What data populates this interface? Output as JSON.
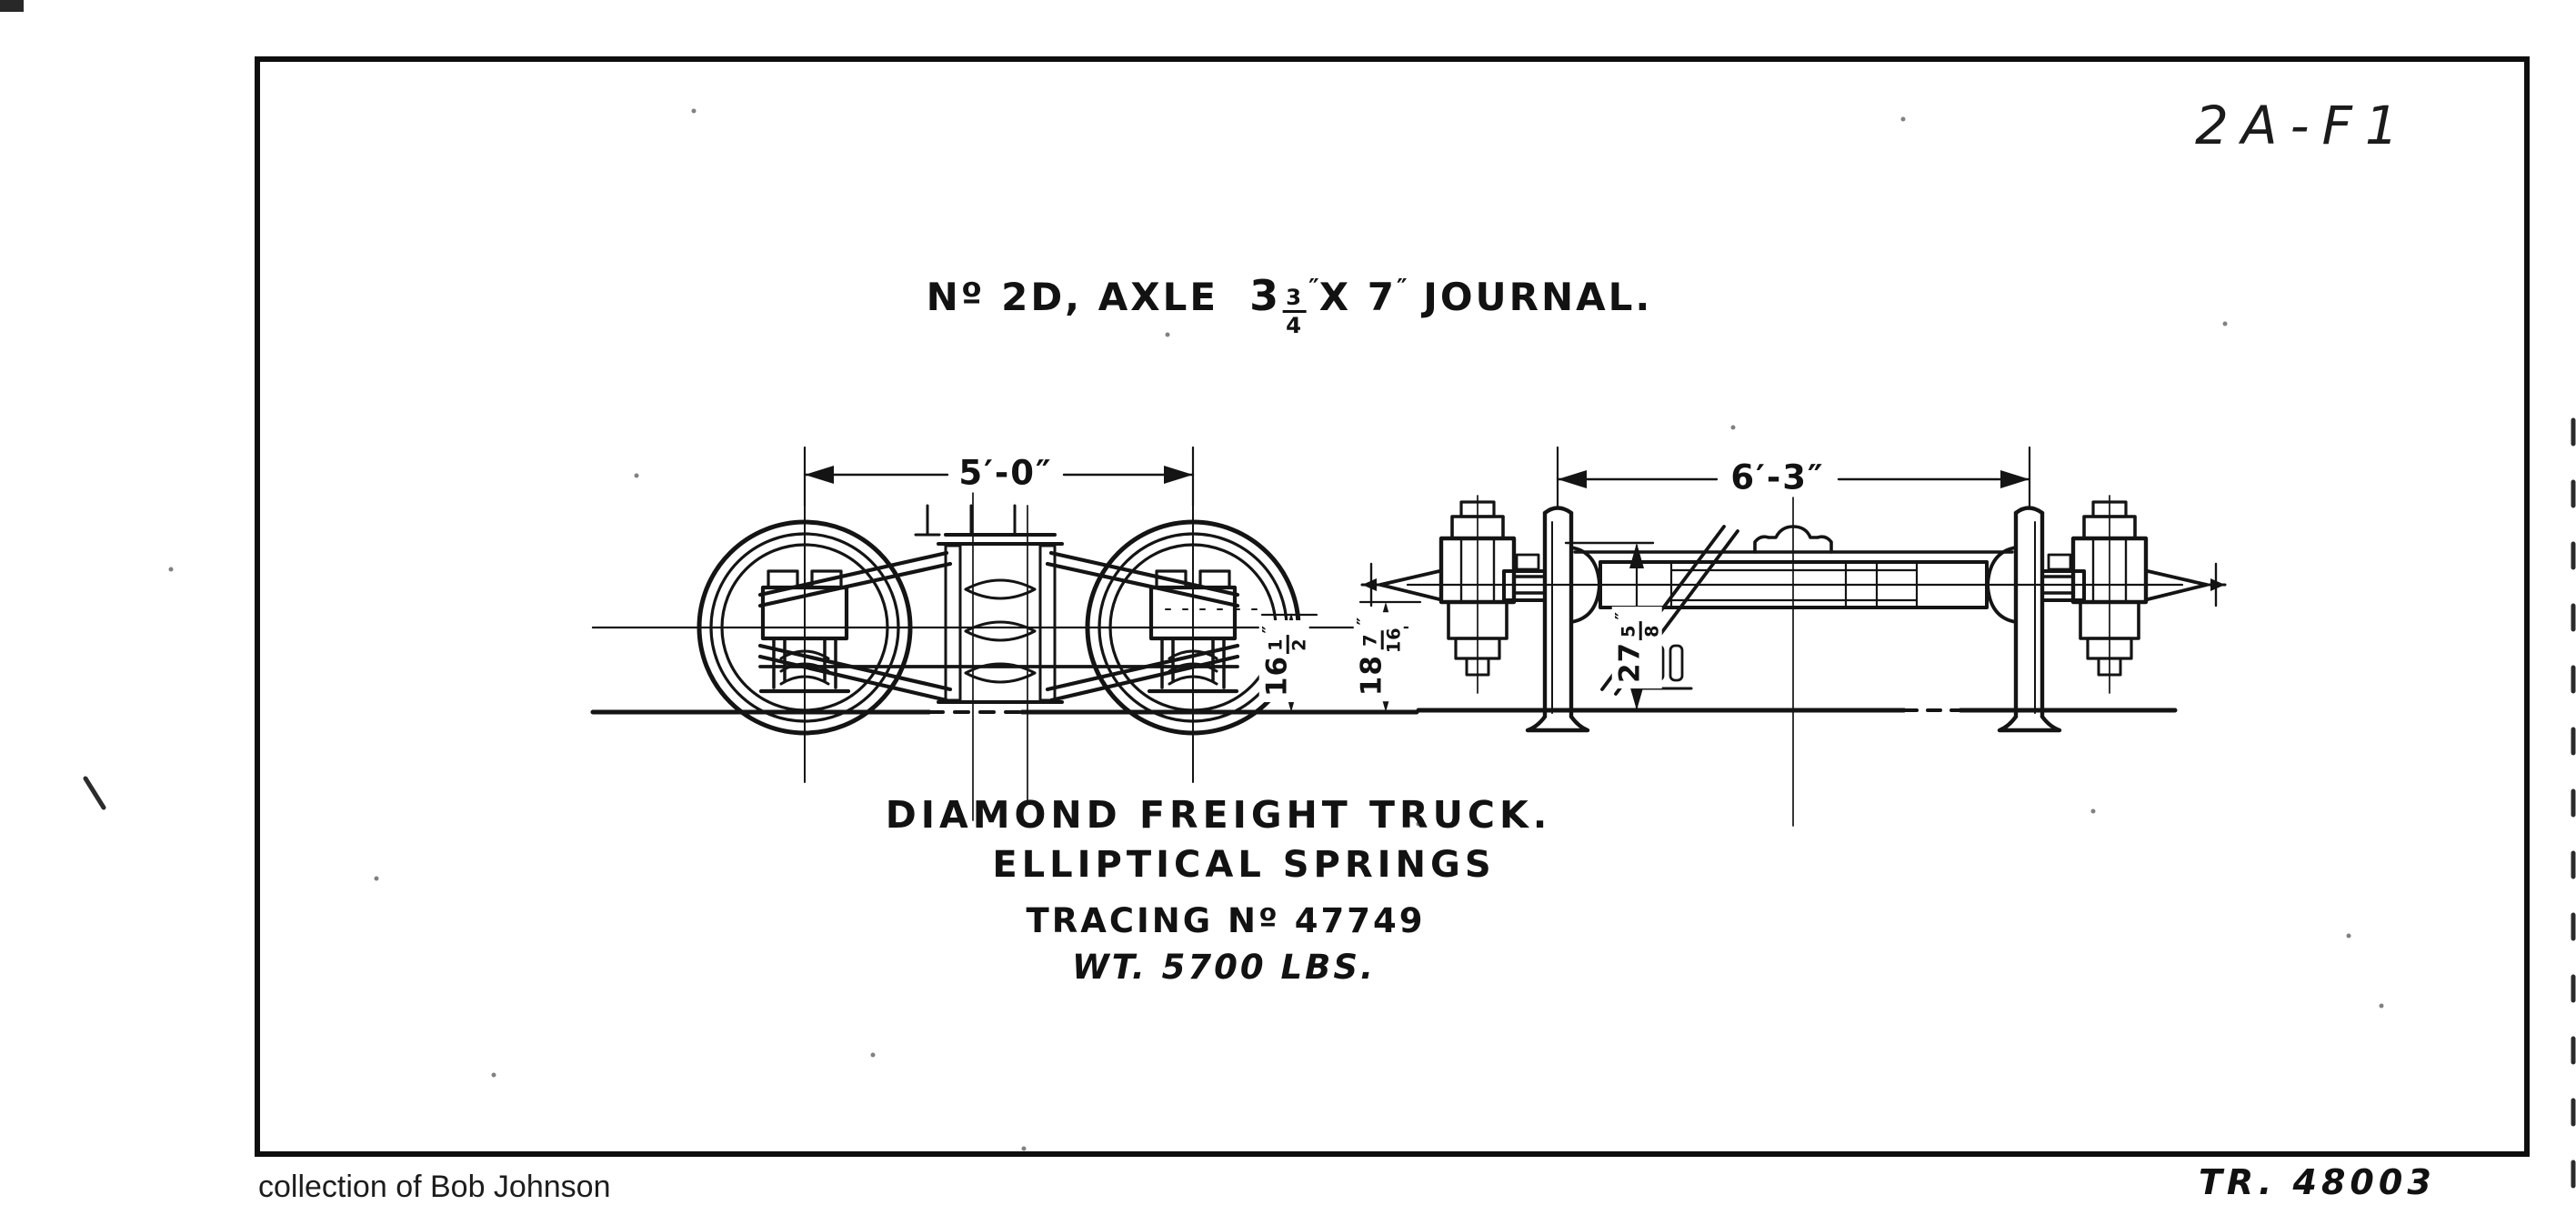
{
  "sheet": {
    "code": "2A-F1",
    "ref_number": "TR. 48003",
    "collection_note": "collection of Bob Johnson"
  },
  "title": {
    "part1": "Nº 2D, AXLE",
    "whole": "3",
    "frac_num": "3",
    "frac_den": "4",
    "inch_mark_1": "″",
    "part2": "X 7",
    "inch_mark_2": "″",
    "part3": "JOURNAL."
  },
  "captions": {
    "line1": "DIAMOND FREIGHT TRUCK.",
    "line2": "ELLIPTICAL SPRINGS",
    "line3": "TRACING Nº 47749",
    "line4": "WT. 5700 LBS."
  },
  "dimensions": {
    "side_view": {
      "wheelbase": "5′-0″",
      "height_inner": {
        "whole": "16",
        "num": "1",
        "den": "2",
        "unit": "″"
      },
      "height_outer": {
        "whole": "18",
        "num": "7",
        "den": "16",
        "unit": "″"
      }
    },
    "end_view": {
      "journal_spread": "6′-3″",
      "axle_height": {
        "whole": "27",
        "num": "5",
        "den": "8",
        "unit": "″"
      }
    }
  },
  "colors": {
    "ink": "#141414",
    "paper": "#ffffff"
  }
}
